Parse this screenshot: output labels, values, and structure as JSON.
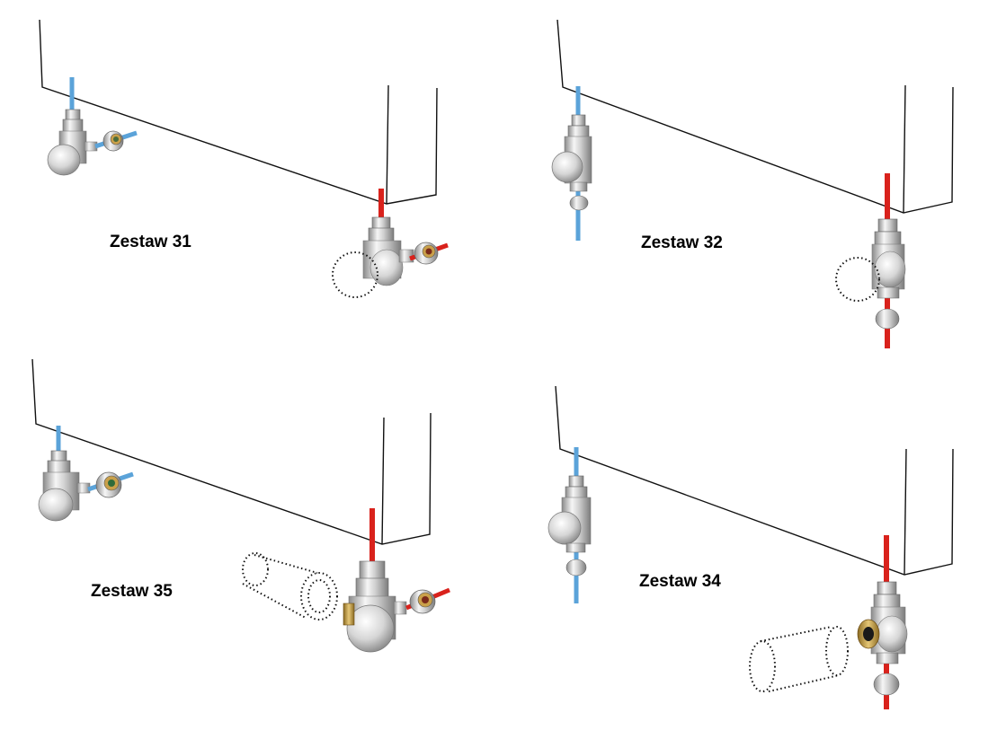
{
  "sets": [
    {
      "label": "Zestaw 31"
    },
    {
      "label": "Zestaw 32"
    },
    {
      "label": "Zestaw 35"
    },
    {
      "label": "Zestaw 34"
    }
  ],
  "colors": {
    "cold_pipe": "#5ba3d9",
    "hot_pipe": "#d9221c",
    "outline": "#111111",
    "chrome_light": "#f4f4f4",
    "chrome_mid": "#c9c9c9",
    "chrome_dark": "#8a8a8a",
    "brass": "#c9a04a"
  }
}
